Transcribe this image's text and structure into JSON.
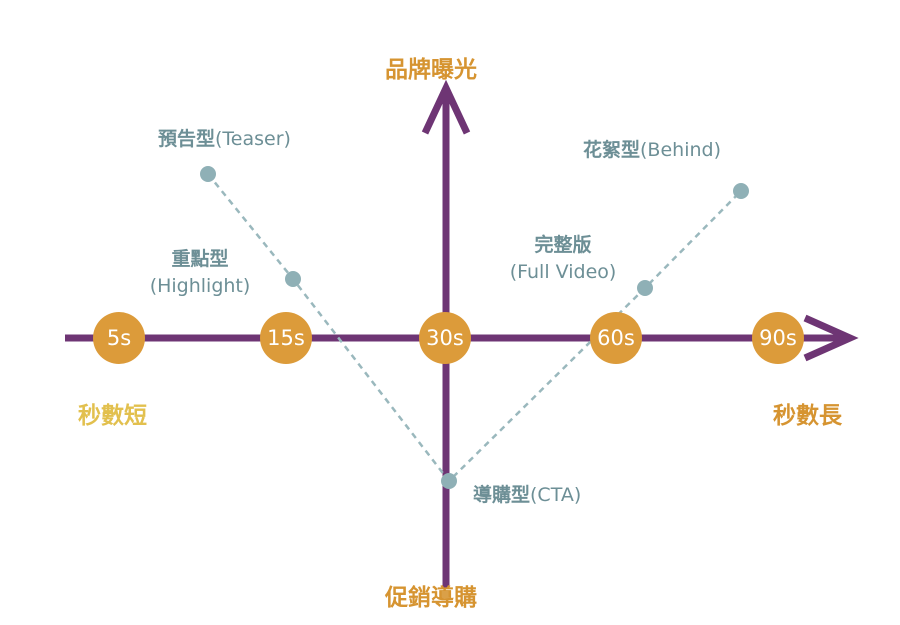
{
  "colors": {
    "axis": "#6e3574",
    "circle": "#dc9b3a",
    "text_orange": "#d69431",
    "text_yellow": "#e2c04e",
    "note": "#6d8f96",
    "point": "#8fb0b6"
  },
  "axes": {
    "top": "品牌曝光",
    "bottom": "促銷導購",
    "left": "秒數短",
    "right": "秒數長"
  },
  "durations": [
    "5s",
    "15s",
    "30s",
    "60s",
    "90s"
  ],
  "types": [
    {
      "name": "預告型",
      "sub": "(Teaser)"
    },
    {
      "name": "重點型",
      "sub": "(Highlight)"
    },
    {
      "name": "導購型",
      "sub": "(CTA)"
    },
    {
      "name": "完整版",
      "sub": "(Full Video)"
    },
    {
      "name": "花絮型",
      "sub": "(Behind)"
    }
  ]
}
